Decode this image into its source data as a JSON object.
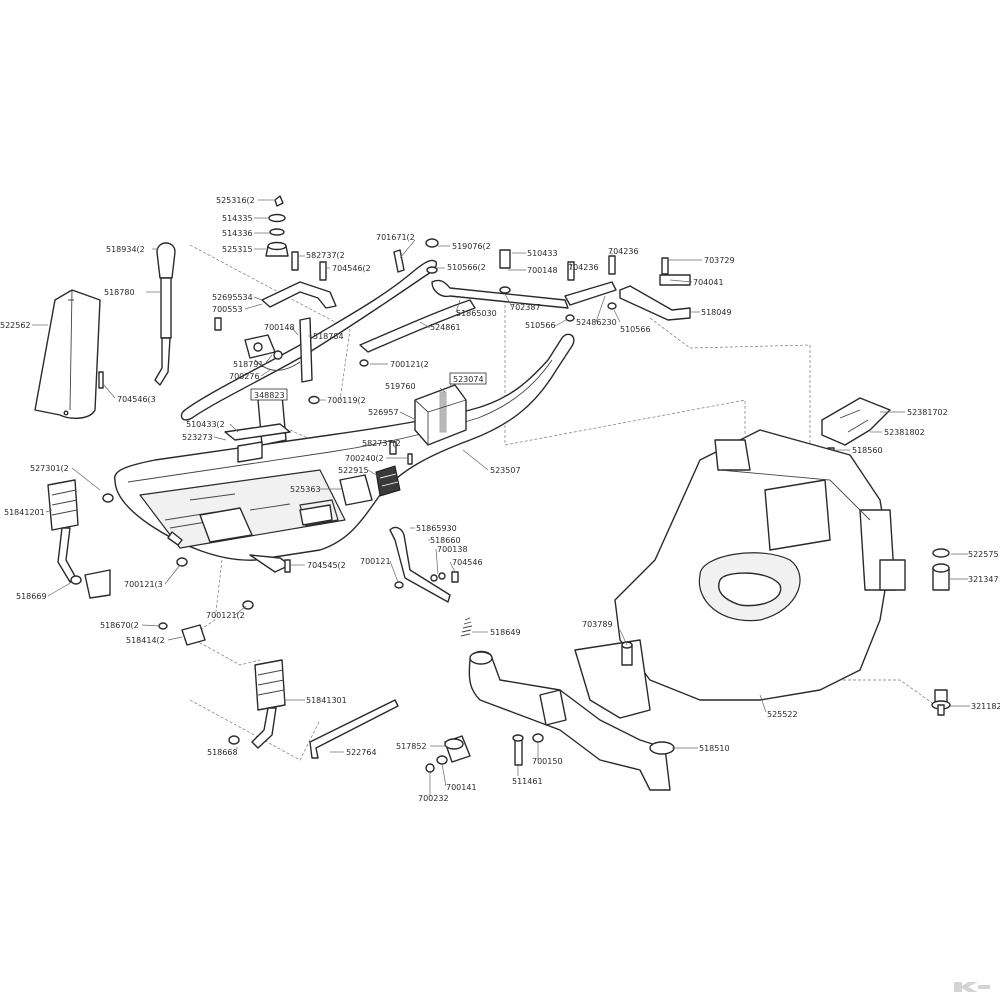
{
  "callouts": [
    {
      "text": "525316(2"
    },
    {
      "text": "514335"
    },
    {
      "text": "514336"
    },
    {
      "text": "525315"
    },
    {
      "text": "518934(2"
    },
    {
      "text": "518780"
    },
    {
      "text": "522562"
    },
    {
      "text": "704546(3"
    },
    {
      "text": "582737(2"
    },
    {
      "text": "704546(2"
    },
    {
      "text": "52695534"
    },
    {
      "text": "700553"
    },
    {
      "text": "700148"
    },
    {
      "text": "518784"
    },
    {
      "text": "518791"
    },
    {
      "text": "700276"
    },
    {
      "text": "348823"
    },
    {
      "text": "700119(2"
    },
    {
      "text": "510433(2"
    },
    {
      "text": "523273"
    },
    {
      "text": "701671(2"
    },
    {
      "text": "519076(2"
    },
    {
      "text": "510566(2"
    },
    {
      "text": "51865030"
    },
    {
      "text": "524861"
    },
    {
      "text": "700121(2"
    },
    {
      "text": "510433"
    },
    {
      "text": "700148"
    },
    {
      "text": "702387"
    },
    {
      "text": "510566"
    },
    {
      "text": "704236"
    },
    {
      "text": "704236"
    },
    {
      "text": "52486230"
    },
    {
      "text": "510566"
    },
    {
      "text": "703729"
    },
    {
      "text": "704041"
    },
    {
      "text": "518049"
    },
    {
      "text": "519760"
    },
    {
      "text": "523074"
    },
    {
      "text": "526957"
    },
    {
      "text": "582737(2"
    },
    {
      "text": "700240(2"
    },
    {
      "text": "522915"
    },
    {
      "text": "525363"
    },
    {
      "text": "523507"
    },
    {
      "text": "52381702"
    },
    {
      "text": "52381802"
    },
    {
      "text": "518560"
    },
    {
      "text": "527301(2"
    },
    {
      "text": "51841201"
    },
    {
      "text": "518669"
    },
    {
      "text": "700121(3"
    },
    {
      "text": "704545(2"
    },
    {
      "text": "700121(2"
    },
    {
      "text": "518670(2"
    },
    {
      "text": "518414(2"
    },
    {
      "text": "51865930"
    },
    {
      "text": "518660"
    },
    {
      "text": "700138"
    },
    {
      "text": "704546"
    },
    {
      "text": "700121"
    },
    {
      "text": "518649"
    },
    {
      "text": "522575"
    },
    {
      "text": "321347"
    },
    {
      "text": "703789"
    },
    {
      "text": "525522"
    },
    {
      "text": "321182"
    },
    {
      "text": "51841301"
    },
    {
      "text": "522764"
    },
    {
      "text": "518668"
    },
    {
      "text": "517852"
    },
    {
      "text": "700141"
    },
    {
      "text": "700232"
    },
    {
      "text": "511461"
    },
    {
      "text": "700150"
    },
    {
      "text": "518510"
    }
  ]
}
